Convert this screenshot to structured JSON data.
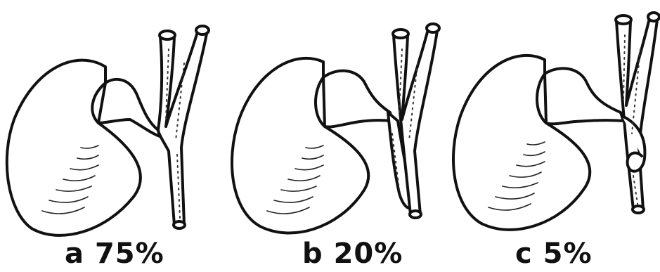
{
  "panels": [
    {
      "letter": "a",
      "percent": "75%"
    },
    {
      "letter": "b",
      "percent": "20%"
    },
    {
      "letter": "c",
      "percent": "5%"
    }
  ]
}
